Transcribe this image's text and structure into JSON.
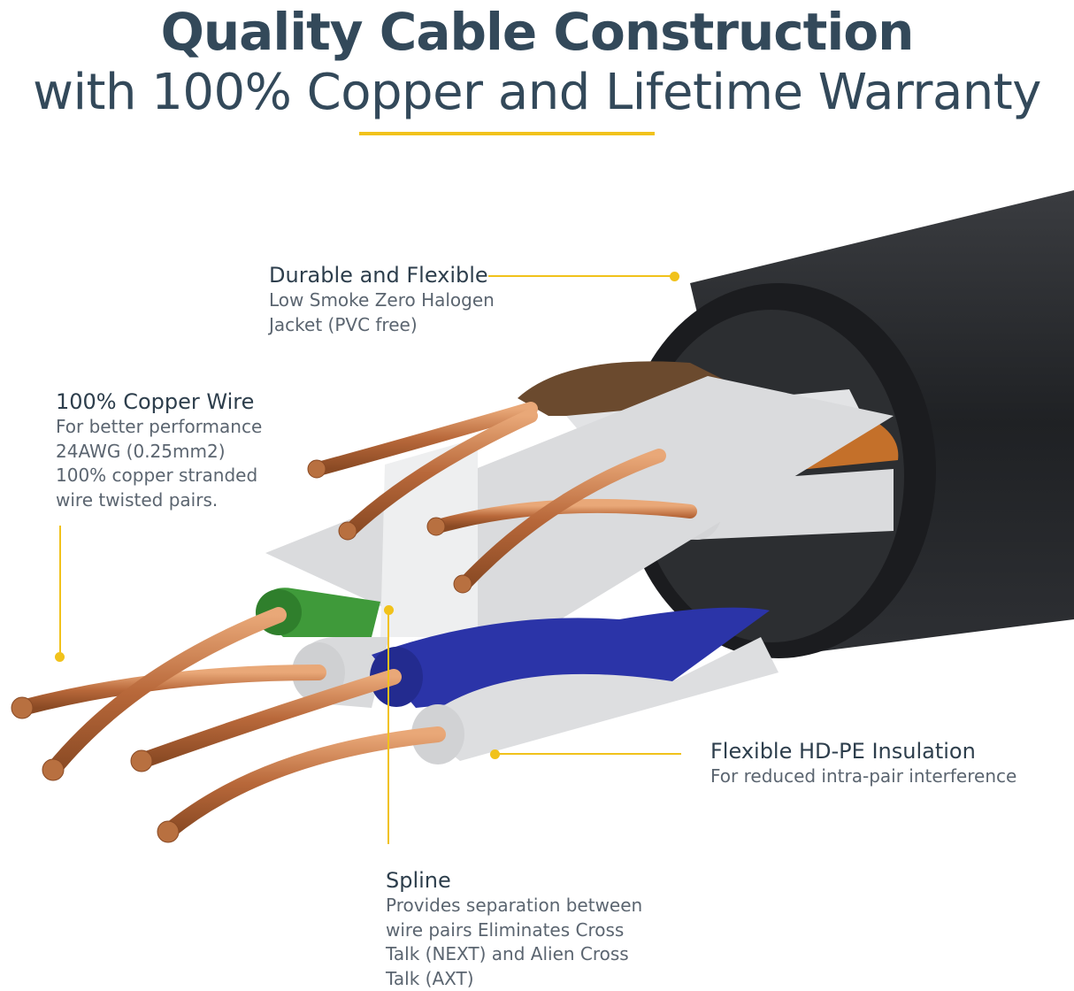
{
  "heading": {
    "line1": "Quality Cable Construction",
    "line2": "with 100% Copper and Lifetime Warranty"
  },
  "accent_color": "#f1c21b",
  "callouts": {
    "jacket": {
      "title": "Durable and Flexible",
      "desc": "Low Smoke Zero Halogen\nJacket (PVC free)"
    },
    "copper": {
      "title": "100% Copper Wire",
      "desc": "For better performance\n24AWG (0.25mm2)\n100% copper stranded\nwire twisted pairs."
    },
    "insulation": {
      "title": "Flexible HD-PE Insulation",
      "desc": "For reduced intra-pair interference"
    },
    "spline": {
      "title": "Spline",
      "desc": "Provides separation between\nwire pairs Eliminates Cross\nTalk (NEXT) and Alien Cross\nTalk (AXT)"
    }
  },
  "wire_colors": {
    "jacket": "#222427",
    "brown": "#6b4a2e",
    "orange": "#c4702a",
    "green": "#3f9a3a",
    "blue": "#2b34a8",
    "white": "#e4e5e7",
    "copper": "#c27a48"
  }
}
